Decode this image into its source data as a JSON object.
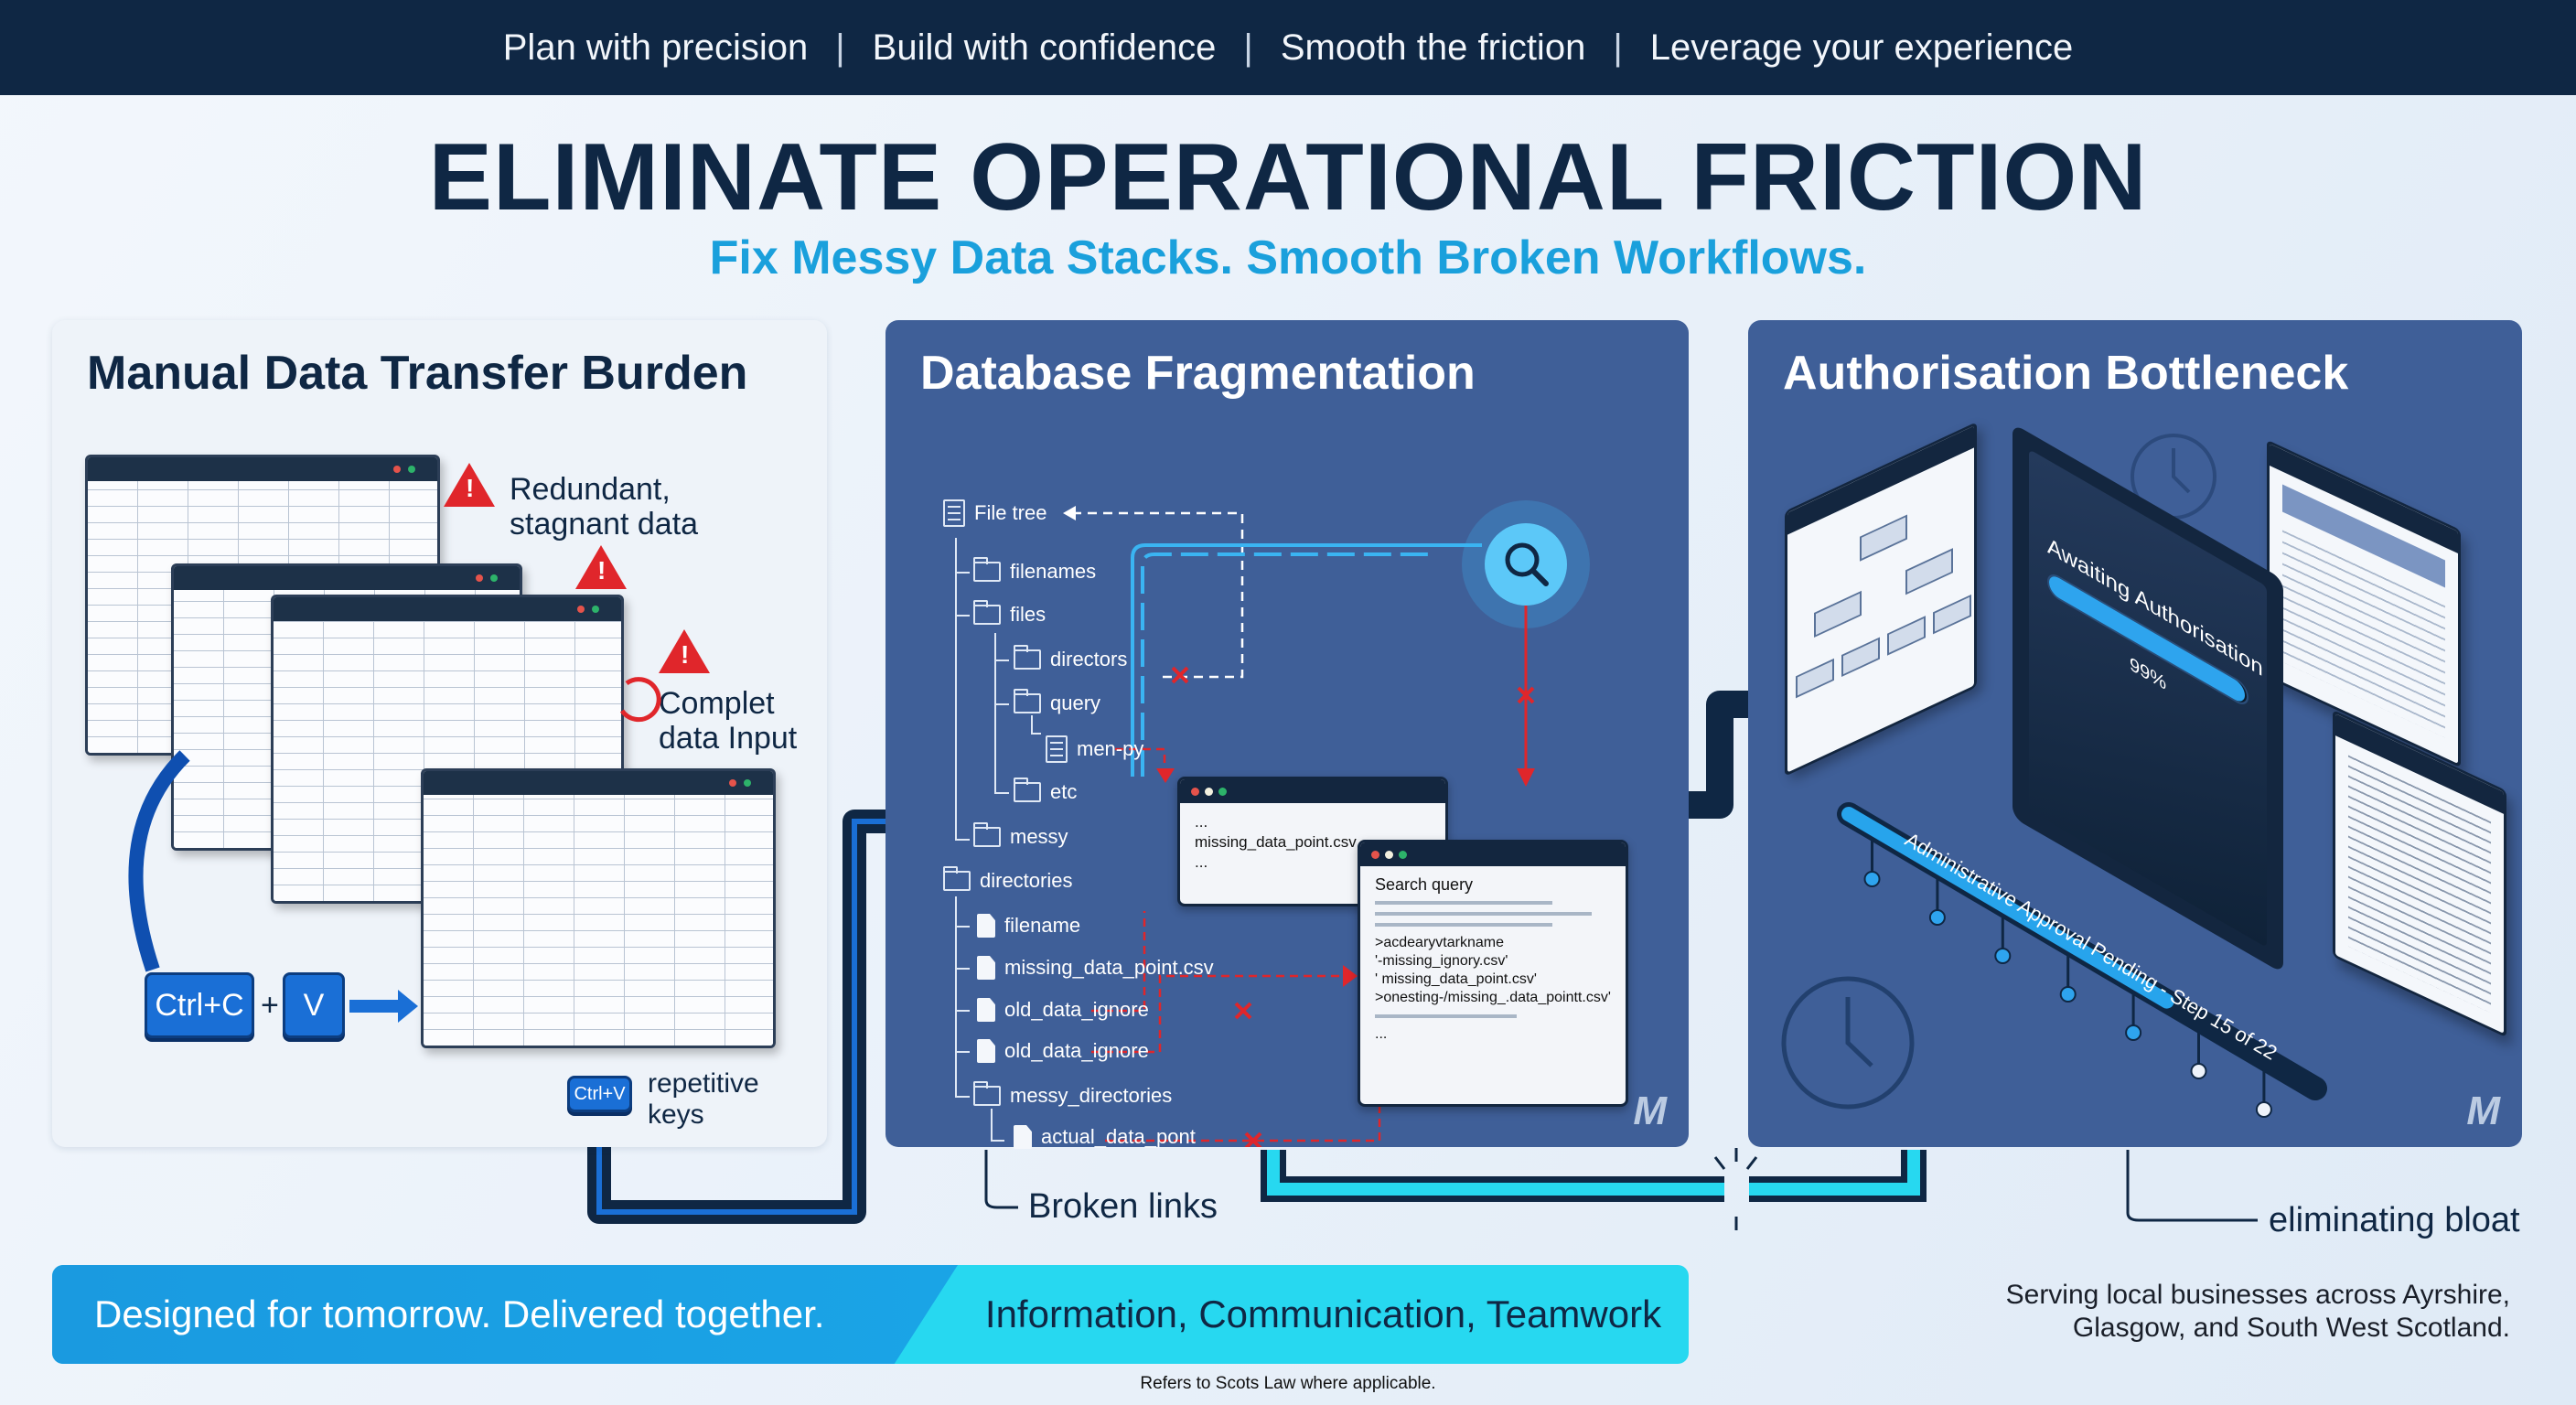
{
  "topbar": {
    "items": [
      "Plan with precision",
      "Build with confidence",
      "Smooth the friction",
      "Leverage your experience"
    ],
    "separator": "|"
  },
  "header": {
    "title": "ELIMINATE OPERATIONAL FRICTION",
    "subtitle": "Fix Messy Data Stacks. Smooth Broken Workflows."
  },
  "panels": {
    "manual": {
      "title": "Manual Data Transfer Burden",
      "label_redundant": "Redundant,\nstagnant data",
      "label_complet": "Complet\ndata Input",
      "key_copy": "Ctrl+C",
      "key_plus": "+",
      "key_v": "V",
      "key_paste": "Ctrl+V",
      "label_repetitive": "repetitive\nkeys",
      "warning_glyph": "!"
    },
    "database": {
      "title": "Database Fragmentation",
      "tree": [
        "File tree",
        "filenames",
        "files",
        "directors",
        "query",
        "men-py",
        "etc",
        "messy",
        "directories",
        "filename",
        "missing_data_point.csv",
        "old_data_ignore",
        "old_data_ignore",
        "messy_directories",
        "actual_data_pont"
      ],
      "window1": {
        "lines": [
          "...",
          "missing_data_point.csv",
          "..."
        ]
      },
      "window2": {
        "title": "Search query",
        "lines": [
          ">acdearyvtarkname",
          "'-missing_ignory.csv'",
          "' missing_data_point.csv'",
          ">onesting-/missing_.data_pointt.csv'"
        ],
        "footer": "..."
      },
      "logo": "M"
    },
    "auth": {
      "title": "Authorisation Bottleneck",
      "monitor_text": "Awaiting Authorisation",
      "progress_percent": 99,
      "progress_label": "99%",
      "pending_label": "Administrative Approval Pending - Step 15 of 22",
      "step_current": 15,
      "step_total": 22,
      "logo": "M"
    }
  },
  "annotations": {
    "broken_links": "Broken links",
    "eliminating_bloat": "eliminating bloat"
  },
  "banner": {
    "left": "Designed for tomorrow. Delivered together.",
    "right": "Information, Communication, Teamwork"
  },
  "footer": {
    "legal": "Refers to Scots Law where applicable.",
    "serving_line1": "Serving local businesses across Ayrshire,",
    "serving_line2": "Glasgow, and South West Scotland."
  },
  "colors": {
    "navy": "#0f2744",
    "accent": "#1aa0dc",
    "cyan": "#27d8f0",
    "panel": "#3f5f98",
    "error": "#e0262b"
  }
}
